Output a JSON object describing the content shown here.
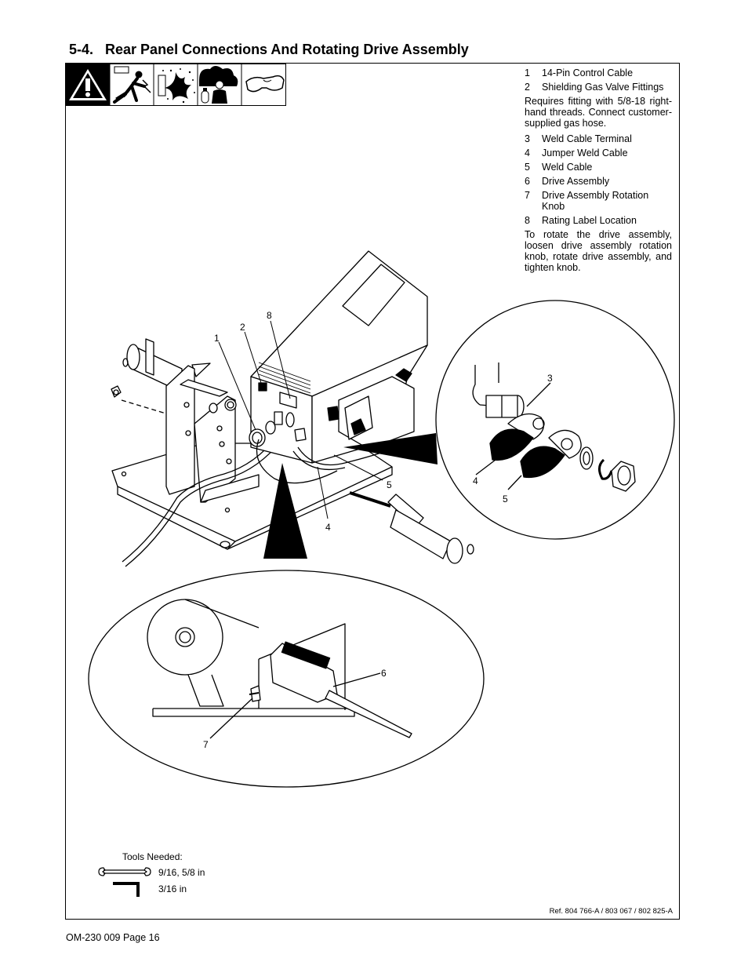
{
  "title": "5-4.   Rear Panel Connections And Rotating Drive Assembly",
  "warning_icons": [
    "warning-triangle-icon",
    "electric-shock-icon",
    "fire-sparks-icon",
    "fumes-gas-icon",
    "safety-glasses-icon"
  ],
  "legend": {
    "items": [
      {
        "num": "1",
        "text": "14-Pin Control Cable"
      },
      {
        "num": "2",
        "text": "Shielding Gas Valve Fittings"
      }
    ],
    "para1": "Requires fitting with 5/8-18 right-hand threads. Connect customer-supplied gas hose.",
    "items2": [
      {
        "num": "3",
        "text": "Weld Cable Terminal"
      },
      {
        "num": "4",
        "text": "Jumper Weld Cable"
      },
      {
        "num": "5",
        "text": "Weld Cable"
      },
      {
        "num": "6",
        "text": "Drive Assembly"
      },
      {
        "num": "7",
        "text": "Drive Assembly Rotation Knob"
      },
      {
        "num": "8",
        "text": "Rating Label Location"
      }
    ],
    "para2": "To rotate the drive assembly, loosen drive assembly rotation knob, rotate drive assembly, and tighten knob."
  },
  "callouts": {
    "c1": "1",
    "c2": "2",
    "c8": "8",
    "c5": "5",
    "c4": "4",
    "d3": "3",
    "d4": "4",
    "d5": "5",
    "e6": "6",
    "e7": "7"
  },
  "tools": {
    "title": "Tools Needed:",
    "wrench": "9/16, 5/8 in",
    "hex_key": "3/16 in",
    "wrench_icon": "wrench-icon",
    "hex_key_icon": "hex-key-icon"
  },
  "ref": "Ref. 804 766-A / 803 067 / 802 825-A",
  "footer": "OM-230 009 Page 16"
}
